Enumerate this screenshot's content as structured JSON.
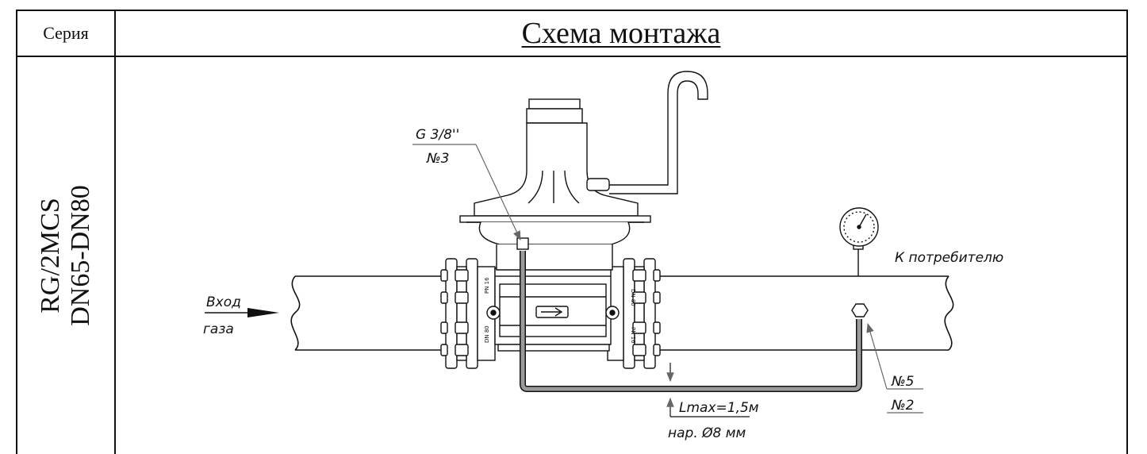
{
  "header": {
    "series_label": "Серия",
    "title": "Схема монтажа"
  },
  "side": {
    "model": "RG/2MCS",
    "sizes": "DN65-DN80"
  },
  "annotations": {
    "inlet_line1": "Вход",
    "inlet_line2": "газа",
    "thread": "G 3/8''",
    "port_number": "№3",
    "consumer": "К потребителю",
    "number_5": "№5",
    "number_2": "№2",
    "length": "Lmax=1,5м",
    "diameter": "нар. Ø8 мм",
    "flange_pn": "PN 16",
    "flange_dn": "DN 80"
  },
  "colors": {
    "line": "#111111",
    "tube": "#9a9a9a"
  }
}
